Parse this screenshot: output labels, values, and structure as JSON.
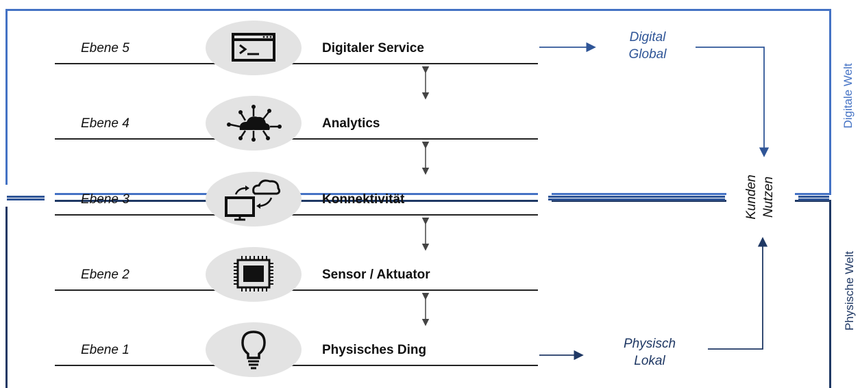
{
  "layers": [
    {
      "level": "Ebene 5",
      "name": "Digitaler Service",
      "icon": "terminal-window-icon"
    },
    {
      "level": "Ebene 4",
      "name": "Analytics",
      "icon": "cloud-network-icon"
    },
    {
      "level": "Ebene 3",
      "name": "Konnektivität",
      "icon": "cloud-sync-monitor-icon"
    },
    {
      "level": "Ebene 2",
      "name": "Sensor / Aktuator",
      "icon": "microchip-icon"
    },
    {
      "level": "Ebene 1",
      "name": "Physisches Ding",
      "icon": "lightbulb-icon"
    }
  ],
  "flows": {
    "digital": {
      "line1": "Digital",
      "line2": "Global"
    },
    "physical": {
      "line1": "Physisch",
      "line2": "Lokal"
    },
    "target": {
      "line1": "Kunden",
      "line2": "Nutzen"
    }
  },
  "worlds": {
    "digital": "Digitale Welt",
    "physical": "Physische Welt"
  },
  "colors": {
    "digital": "#4472c4",
    "physical": "#1f3864",
    "arrow": "#2f5597",
    "icon_bg": "#e3e3e3"
  }
}
